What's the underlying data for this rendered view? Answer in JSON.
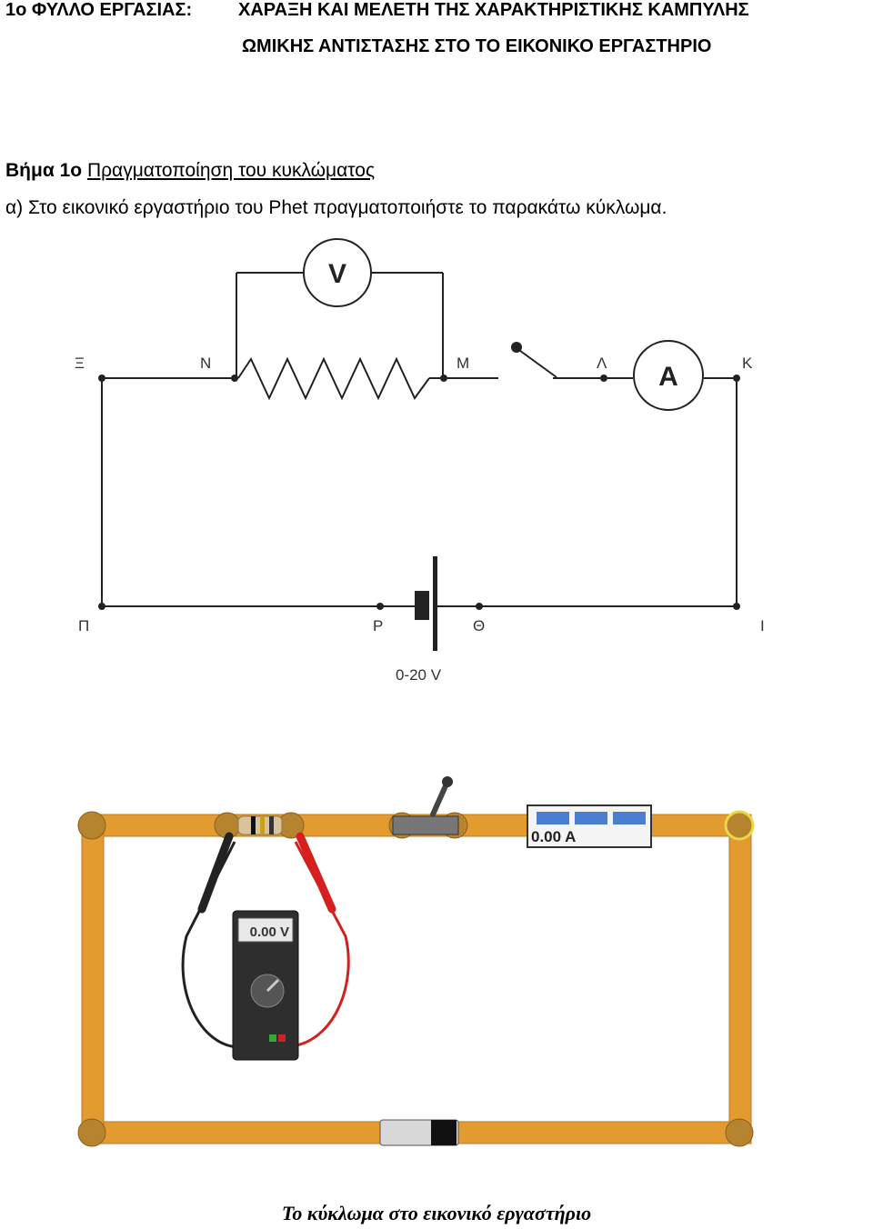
{
  "header": {
    "sheet_label": "1ο ΦΥΛΛΟ ΕΡΓΑΣΙΑΣ:",
    "title_line1": "ΧΑΡΑΞΗ ΚΑΙ ΜΕΛΕΤΗ ΤΗΣ ΧΑΡΑΚΤΗΡΙΣΤΙΚΗΣ ΚΑΜΠΥΛΗΣ",
    "title_line2": "ΩΜΙΚΗΣ ΑΝΤΙΣΤΑΣΗΣ ΣΤΟ ΤΟ ΕΙΚΟΝΙΚΟ ΕΡΓΑΣΤΗΡΙΟ"
  },
  "step": {
    "label": "Βήμα 1ο",
    "title": "Πραγματοποίηση του κυκλώματος"
  },
  "instruction": "α) Στο εικονικό εργαστήριο του Phet πραγματοποιήστε το παρακάτω κύκλωμα.",
  "schematic": {
    "voltmeter_symbol": "V",
    "ammeter_symbol": "A",
    "points": {
      "xi": "Ξ",
      "n": "Ν",
      "m": "Μ",
      "lambda": "Λ",
      "k": "Κ",
      "pi": "Π",
      "rho": "Ρ",
      "theta": "Θ",
      "iota": "Ι"
    },
    "source_label": "0-20 V"
  },
  "simulation": {
    "ammeter_reading": "0.00 A",
    "voltmeter_reading": "0.00 V"
  },
  "caption": "Το κύκλωμα στο εικονικό εργαστήριο",
  "colors": {
    "wire": "#e39a2f",
    "junction": "#b6832f",
    "probe_red": "#d62020",
    "probe_black": "#222222"
  }
}
